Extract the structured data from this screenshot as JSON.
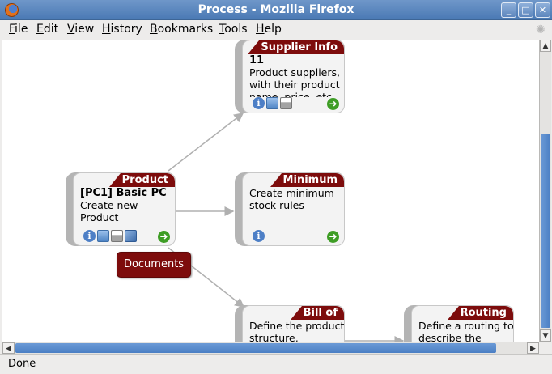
{
  "window": {
    "title": "Process - Mozilla Firefox"
  },
  "menu": [
    "File",
    "Edit",
    "View",
    "History",
    "Bookmarks",
    "Tools",
    "Help"
  ],
  "status": "Done",
  "nodes": {
    "supplier": {
      "title": "Supplier Info",
      "sub": "11",
      "desc": "Product suppliers, with their product name, price, etc."
    },
    "product": {
      "title": "Product",
      "sub": "[PC1] Basic PC",
      "desc": "Create new Product"
    },
    "minimum": {
      "title": "Minimum",
      "sub": "",
      "desc": "Create minimum stock rules"
    },
    "bom": {
      "title": "Bill of",
      "sub": "",
      "desc": "Define the product structure,"
    },
    "routing": {
      "title": "Routing",
      "sub": "",
      "desc": "Define a routing to describe the"
    }
  },
  "documents_button": "Documents",
  "icons": {
    "info": "info-icon",
    "folder": "folder-icon",
    "print": "print-icon",
    "group": "group-icon",
    "next": "next-arrow-icon"
  },
  "colors": {
    "node_header": "#7d0c0c",
    "scroll_thumb": "#5a8ccd"
  }
}
